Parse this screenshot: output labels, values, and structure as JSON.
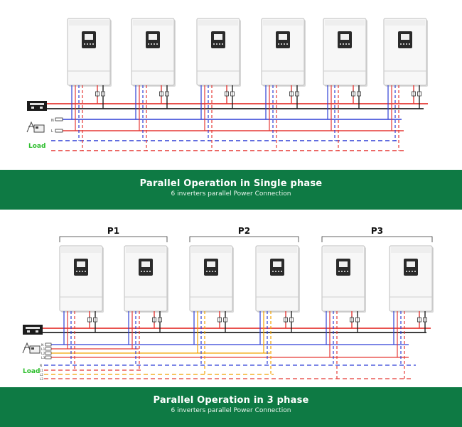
{
  "section1": {
    "load_label": "Load",
    "phase_labels": [
      "N",
      "L"
    ],
    "banner_title": "Parallel Operation in Single phase",
    "banner_subtitle": "6 inverters parallel  Power Connection"
  },
  "section2": {
    "group_labels": [
      "P1",
      "P2",
      "P3"
    ],
    "load_label": "Load",
    "phase_labels": [
      "N",
      "L1",
      "L2",
      "L3"
    ],
    "banner_title": "Parallel Operation in 3 phase",
    "banner_subtitle": "6 inverters parallel  Power Connection"
  },
  "colors": {
    "banner": "#0e7a44",
    "battery_positive": "#e53935",
    "battery_negative": "#222222",
    "neutral": "#2f3fd6",
    "line": "#e53935",
    "line_l2": "#f2a200",
    "load_label": "#2fbf2f"
  },
  "icons": [
    "inverter-icon",
    "battery-icon",
    "grid-source-icon",
    "breaker-icon"
  ]
}
